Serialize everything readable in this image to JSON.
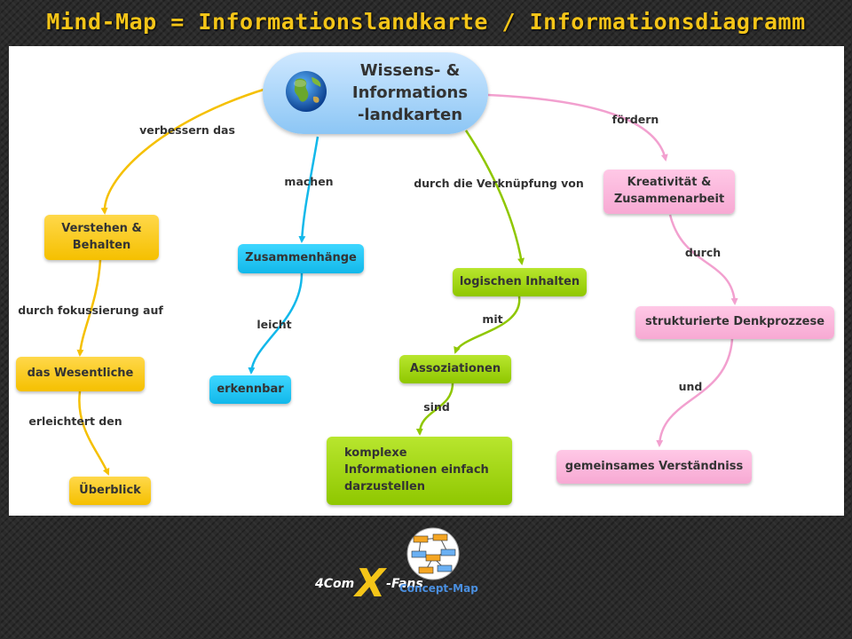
{
  "title": "Mind-Map = Informationslandkarte / Informationsdiagramm",
  "central": {
    "label": "Wissens- &\nInformations\n-landkarten",
    "icon": "globe-icon"
  },
  "branches": {
    "yellow": {
      "color": "#f5c000",
      "link_labels": [
        "verbessern das",
        "durch fokussierung auf",
        "erleichtert den"
      ],
      "nodes": [
        "Verstehen &\nBehalten",
        "das Wesentliche",
        "Überblick"
      ]
    },
    "cyan": {
      "color": "#12b8ea",
      "link_labels": [
        "machen",
        "leicht"
      ],
      "nodes": [
        "Zusammenhänge",
        "erkennbar"
      ]
    },
    "green": {
      "color": "#8fc700",
      "link_labels": [
        "durch die Verknüpfung von",
        "mit",
        "sind"
      ],
      "nodes": [
        "logischen Inhalten",
        "Assoziationen",
        "komplexe\nInformationen einfach\ndarzustellen"
      ]
    },
    "pink": {
      "color": "#f2a0cf",
      "link_labels": [
        "fördern",
        "durch",
        "und"
      ],
      "nodes": [
        "Kreativität &\nZusammenarbeit",
        "strukturierte Denkprozzese",
        "gemeinsames Verständniss"
      ]
    }
  },
  "logo": {
    "brand_prefix": "4Com",
    "brand_x": "X",
    "brand_suffix": "-Fans",
    "caption": "Concept-Map",
    "icon": "concept-map-logo-icon"
  }
}
